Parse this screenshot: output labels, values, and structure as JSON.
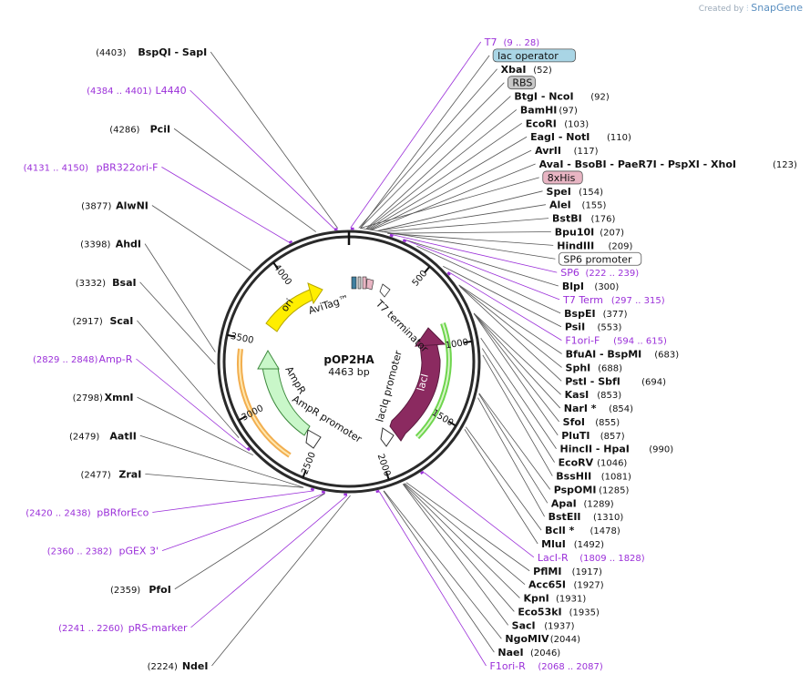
{
  "app": {
    "credit_prefix": "Created by",
    "credit_brand": "SnapGene"
  },
  "plasmid": {
    "name": "pOP2HA",
    "size_label": "4463 bp",
    "length": 4463
  },
  "ticks": [
    "500",
    "1000",
    "1500",
    "2000",
    "2500",
    "3000",
    "3500",
    "4000"
  ],
  "features": [
    {
      "key": "ampr",
      "label": "AmpR"
    },
    {
      "key": "ampr-promoter",
      "label": "AmpR promoter"
    },
    {
      "key": "ori",
      "label": "ori"
    },
    {
      "key": "lacI",
      "label": "lacI"
    },
    {
      "key": "laciq-promoter",
      "label": "lacIq promoter"
    },
    {
      "key": "t7-terminator",
      "label": "T7 terminator"
    },
    {
      "key": "avitag",
      "label": "AviTag™"
    }
  ],
  "right_labels": [
    {
      "type": "primer",
      "name": "T7",
      "pos": "(9 .. 28)"
    },
    {
      "type": "box",
      "name": "lac operator",
      "fill": "#a9d5e5"
    },
    {
      "type": "enzyme",
      "name": "XbaI",
      "pos": "(52)"
    },
    {
      "type": "box",
      "name": "RBS",
      "fill": "#c8c8c8"
    },
    {
      "type": "enzyme",
      "name": "BtgI - NcoI",
      "pos": "(92)"
    },
    {
      "type": "enzyme",
      "name": "BamHI",
      "pos": "(97)"
    },
    {
      "type": "enzyme",
      "name": "EcoRI",
      "pos": "(103)"
    },
    {
      "type": "enzyme",
      "name": "EagI - NotI",
      "pos": "(110)"
    },
    {
      "type": "enzyme",
      "name": "AvrII",
      "pos": "(117)"
    },
    {
      "type": "enzyme",
      "name": "AvaI - BsoBI - PaeR7I - PspXI - XhoI",
      "pos": "(123)"
    },
    {
      "type": "box",
      "name": "8xHis",
      "fill": "#e8b5c3"
    },
    {
      "type": "enzyme",
      "name": "SpeI",
      "pos": "(154)"
    },
    {
      "type": "enzyme",
      "name": "AleI",
      "pos": "(155)"
    },
    {
      "type": "enzyme",
      "name": "BstBI",
      "pos": "(176)"
    },
    {
      "type": "enzyme",
      "name": "Bpu10I",
      "pos": "(207)"
    },
    {
      "type": "enzyme",
      "name": "HindIII",
      "pos": "(209)"
    },
    {
      "type": "box",
      "name": "SP6 promoter",
      "fill": "#ffffff"
    },
    {
      "type": "primer",
      "name": "SP6",
      "pos": "(222 .. 239)"
    },
    {
      "type": "enzyme",
      "name": "BlpI",
      "pos": "(300)"
    },
    {
      "type": "primer",
      "name": "T7 Term",
      "pos": "(297 .. 315)"
    },
    {
      "type": "enzyme",
      "name": "BspEI",
      "pos": "(377)"
    },
    {
      "type": "enzyme",
      "name": "PsiI",
      "pos": "(553)"
    },
    {
      "type": "primer",
      "name": "F1ori-F",
      "pos": "(594 .. 615)"
    },
    {
      "type": "enzyme",
      "name": "BfuAI - BspMI",
      "pos": "(683)"
    },
    {
      "type": "enzyme",
      "name": "SphI",
      "pos": "(688)"
    },
    {
      "type": "enzyme",
      "name": "PstI - SbfI",
      "pos": "(694)"
    },
    {
      "type": "enzyme",
      "name": "KasI",
      "pos": "(853)"
    },
    {
      "type": "enzyme",
      "name": "NarI *",
      "pos": "(854)"
    },
    {
      "type": "enzyme",
      "name": "SfoI",
      "pos": "(855)"
    },
    {
      "type": "enzyme",
      "name": "PluTI",
      "pos": "(857)"
    },
    {
      "type": "enzyme",
      "name": "HincII - HpaI",
      "pos": "(990)"
    },
    {
      "type": "enzyme",
      "name": "EcoRV",
      "pos": "(1046)"
    },
    {
      "type": "enzyme",
      "name": "BssHII",
      "pos": "(1081)"
    },
    {
      "type": "enzyme",
      "name": "PspOMI",
      "pos": "(1285)"
    },
    {
      "type": "enzyme",
      "name": "ApaI",
      "pos": "(1289)"
    },
    {
      "type": "enzyme",
      "name": "BstEII",
      "pos": "(1310)"
    },
    {
      "type": "enzyme",
      "name": "BclI *",
      "pos": "(1478)"
    },
    {
      "type": "enzyme",
      "name": "MluI",
      "pos": "(1492)"
    },
    {
      "type": "primer",
      "name": "LacI-R",
      "pos": "(1809 .. 1828)"
    },
    {
      "type": "enzyme",
      "name": "PflMI",
      "pos": "(1917)"
    },
    {
      "type": "enzyme",
      "name": "Acc65I",
      "pos": "(1927)"
    },
    {
      "type": "enzyme",
      "name": "KpnI",
      "pos": "(1931)"
    },
    {
      "type": "enzyme",
      "name": "Eco53kI",
      "pos": "(1935)"
    },
    {
      "type": "enzyme",
      "name": "SacI",
      "pos": "(1937)"
    },
    {
      "type": "enzyme",
      "name": "NgoMIV",
      "pos": "(2044)"
    },
    {
      "type": "enzyme",
      "name": "NaeI",
      "pos": "(2046)"
    },
    {
      "type": "primer",
      "name": "F1ori-R",
      "pos": "(2068 .. 2087)"
    }
  ],
  "left_labels": [
    {
      "type": "enzyme",
      "name": "BspQI - SapI",
      "pos": "(4403)"
    },
    {
      "type": "primer",
      "name": "L4440",
      "pos": "(4384 .. 4401)"
    },
    {
      "type": "enzyme",
      "name": "PciI",
      "pos": "(4286)"
    },
    {
      "type": "primer",
      "name": "pBR322ori-F",
      "pos": "(4131 .. 4150)"
    },
    {
      "type": "enzyme",
      "name": "AlwNI",
      "pos": "(3877)"
    },
    {
      "type": "enzyme",
      "name": "AhdI",
      "pos": "(3398)"
    },
    {
      "type": "enzyme",
      "name": "BsaI",
      "pos": "(3332)"
    },
    {
      "type": "enzyme",
      "name": "ScaI",
      "pos": "(2917)"
    },
    {
      "type": "primer",
      "name": "Amp-R",
      "pos": "(2829 .. 2848)"
    },
    {
      "type": "enzyme",
      "name": "XmnI",
      "pos": "(2798)"
    },
    {
      "type": "enzyme",
      "name": "AatII",
      "pos": "(2479)"
    },
    {
      "type": "enzyme",
      "name": "ZraI",
      "pos": "(2477)"
    },
    {
      "type": "primer",
      "name": "pBRforEco",
      "pos": "(2420 .. 2438)"
    },
    {
      "type": "primer",
      "name": "pGEX 3'",
      "pos": "(2360 .. 2382)"
    },
    {
      "type": "enzyme",
      "name": "PfoI",
      "pos": "(2359)"
    },
    {
      "type": "primer",
      "name": "pRS-marker",
      "pos": "(2241 .. 2260)"
    },
    {
      "type": "enzyme",
      "name": "NdeI",
      "pos": "(2224)"
    }
  ],
  "colors": {
    "enzyme": "#111111",
    "primer": "#9b30d9",
    "backbone": "#2a2a2a",
    "lacI": "#8b2a60",
    "ori": "#ffee00",
    "ampr": "#c9f7c9",
    "orf_ring": "#f0a030"
  }
}
